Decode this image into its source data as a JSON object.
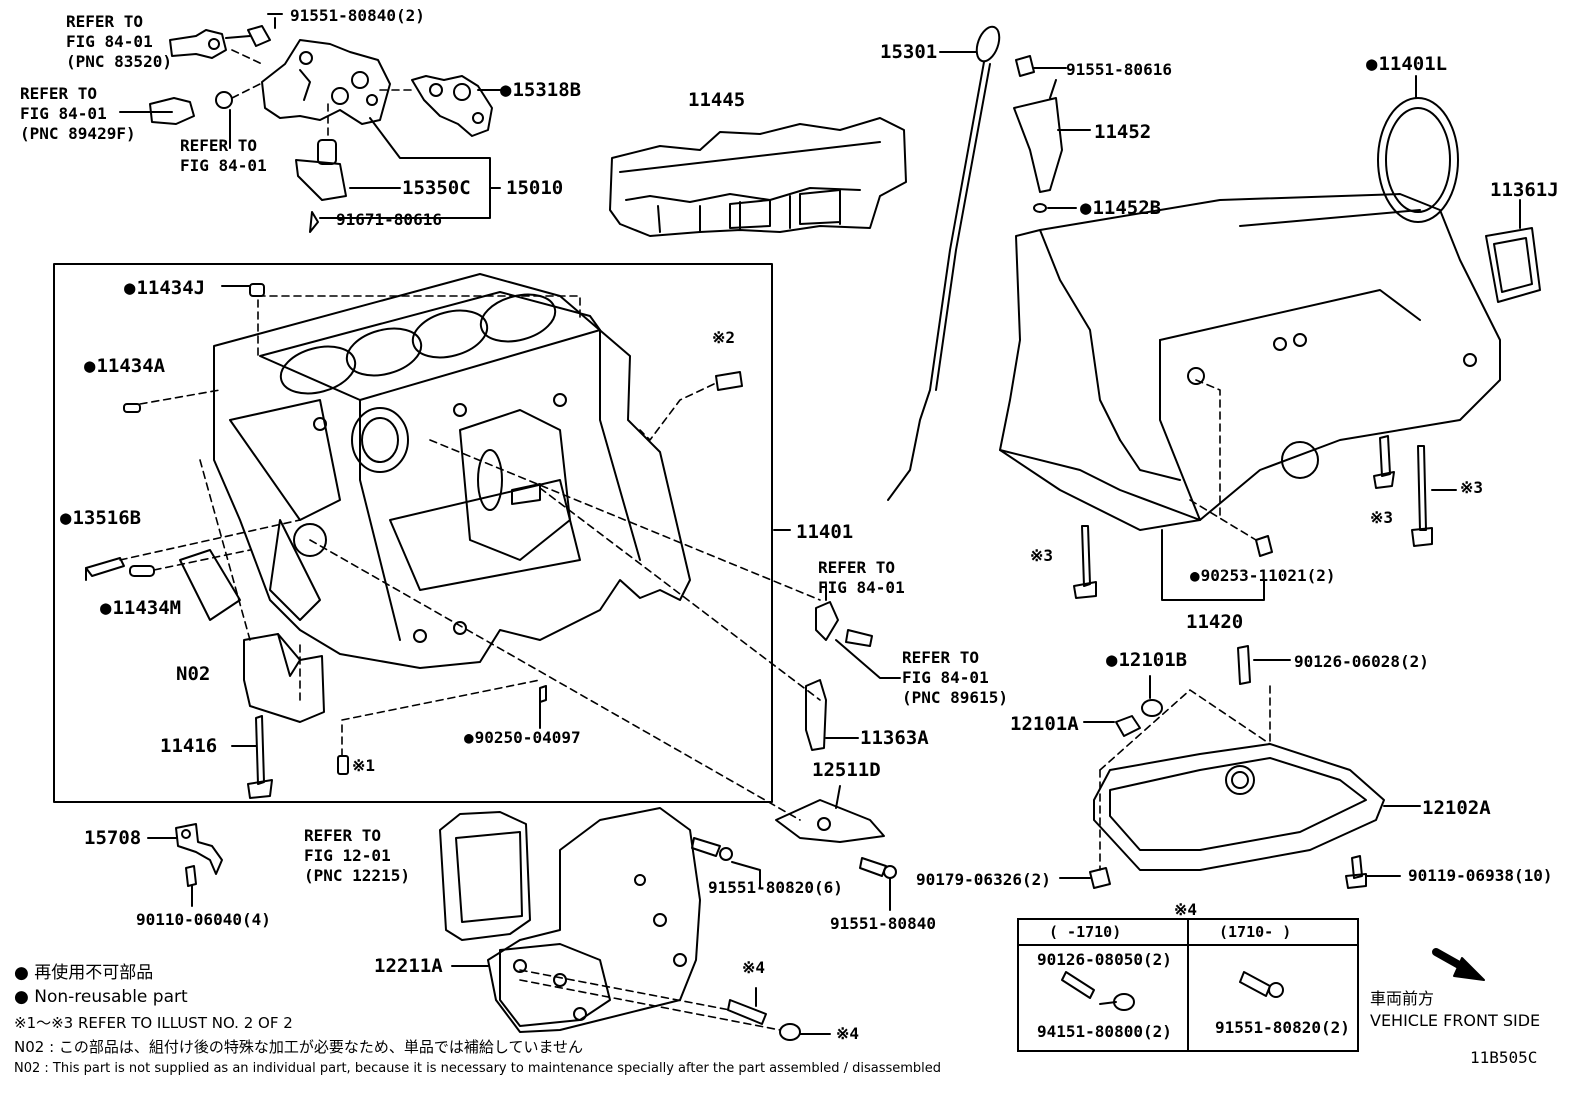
{
  "labels": {
    "p_91551_80840_2": "91551-80840(2)",
    "p_15318B": "15318B",
    "p_15350C": "15350C",
    "p_15010": "15010",
    "p_91671_80616": "91671-80616",
    "p_11445": "11445",
    "p_15301": "15301",
    "p_91551_80616": "91551-80616",
    "p_11452": "11452",
    "p_11452B": "11452B",
    "p_11401L": "11401L",
    "p_11361J": "11361J",
    "p_11434J": "11434J",
    "p_11434A": "11434A",
    "p_13516B": "13516B",
    "p_11434M": "11434M",
    "p_N02": "N02",
    "p_11416": "11416",
    "p_90250_04097": "90250-04097",
    "p_11401": "11401",
    "p_11363A": "11363A",
    "p_12511D": "12511D",
    "p_x1": "※1",
    "p_x2": "※2",
    "p_x3a": "※3",
    "p_x3b": "※3",
    "p_x3c": "※3",
    "p_90253_11021_2": "90253-11021(2)",
    "p_11420": "11420",
    "p_12101B": "12101B",
    "p_90126_06028_2": "90126-06028(2)",
    "p_12101A": "12101A",
    "p_12102A": "12102A",
    "p_90179_06326_2": "90179-06326(2)",
    "p_90119_06938_10": "90119-06938(10)",
    "p_15708": "15708",
    "p_90110_06040_4": "90110-06040(4)",
    "p_91551_80820_6": "91551-80820(6)",
    "p_91551_80840": "91551-80840",
    "p_12211A": "12211A",
    "p_x4a": "※4",
    "p_x4b": "※4",
    "p_x4c": "※4",
    "diagram_code": "11B505C"
  },
  "refers": {
    "r1": "REFER TO\nFIG 84-01\n(PNC 83520)",
    "r2": "REFER TO\nFIG 84-01\n(PNC 89429F)",
    "r3": "REFER TO\nFIG 84-01",
    "r4": "REFER TO\nFIG 84-01",
    "r5": "REFER TO\nFIG 84-01\n(PNC 89615)",
    "r6": "REFER TO\nFIG 12-01\n(PNC 12215)"
  },
  "table": {
    "col1_header": "(     -1710)",
    "col2_header": "(1710-      )",
    "col1_part_a": "90126-08050(2)",
    "col1_part_b": "94151-80800(2)",
    "col2_part_a": "91551-80820(2)"
  },
  "direction": {
    "jp": "車両前方",
    "en": "VEHICLE FRONT SIDE"
  },
  "legend": {
    "jp_nonreusable": "再使用不可部品",
    "en_nonreusable": "Non-reusable part",
    "refer_illust": "※1～※3 REFER TO ILLUST NO. 2 OF 2",
    "n02_jp": "N02 : この部品は、組付け後の特殊な加工が必要なため、単品では補給していません",
    "n02_en": "N02 : This part is not supplied as an individual part, because it is necessary to maintenance specially after the part assembled / disassembled"
  }
}
